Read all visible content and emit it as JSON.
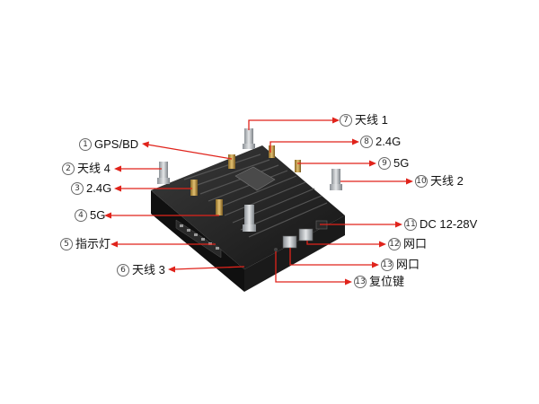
{
  "colors": {
    "leader": "#e0231b",
    "device": "#1c1c1c",
    "port": "#9aa3ab",
    "antenna": "#b8bcc0",
    "sma_gold": "#c89b3c"
  },
  "callouts": [
    {
      "id": "c1",
      "num": "1",
      "text": "GPS/BD"
    },
    {
      "id": "c2",
      "num": "2",
      "text": "天线 4"
    },
    {
      "id": "c3",
      "num": "3",
      "text": "2.4G"
    },
    {
      "id": "c4",
      "num": "4",
      "text": "5G"
    },
    {
      "id": "c5",
      "num": "5",
      "text": "指示灯"
    },
    {
      "id": "c6",
      "num": "6",
      "text": "天线 3"
    },
    {
      "id": "c7",
      "num": "7",
      "text": "天线 1"
    },
    {
      "id": "c8",
      "num": "8",
      "text": "2.4G"
    },
    {
      "id": "c9",
      "num": "9",
      "text": "5G"
    },
    {
      "id": "c10",
      "num": "10",
      "text": "天线 2"
    },
    {
      "id": "c11",
      "num": "11",
      "text": "DC 12-28V"
    },
    {
      "id": "c12",
      "num": "12",
      "text": "网口"
    },
    {
      "id": "c13",
      "num": "13",
      "text": "网口"
    },
    {
      "id": "c14",
      "num": "13",
      "text": "复位键"
    }
  ]
}
